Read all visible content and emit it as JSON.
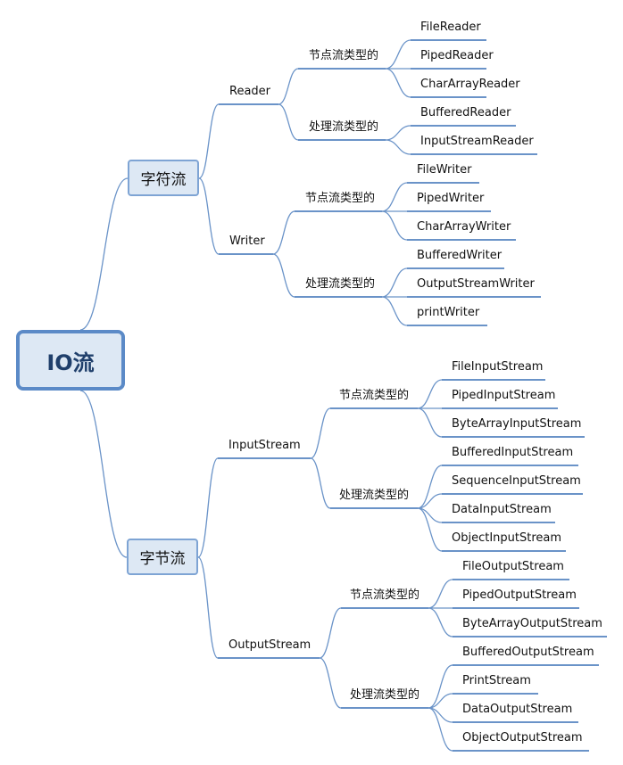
{
  "root": "IO流",
  "branches": [
    {
      "label": "字符流",
      "children": [
        {
          "label": "Reader",
          "groups": [
            {
              "label": "节点流类型的",
              "items": [
                "FileReader",
                "PipedReader",
                "CharArrayReader"
              ]
            },
            {
              "label": "处理流类型的",
              "items": [
                "BufferedReader",
                "InputStreamReader"
              ]
            }
          ]
        },
        {
          "label": "Writer",
          "groups": [
            {
              "label": "节点流类型的",
              "items": [
                "FileWriter",
                "PipedWriter",
                "CharArrayWriter"
              ]
            },
            {
              "label": "处理流类型的",
              "items": [
                "BufferedWriter",
                "OutputStreamWriter",
                "printWriter"
              ]
            }
          ]
        }
      ]
    },
    {
      "label": "字节流",
      "children": [
        {
          "label": "InputStream",
          "groups": [
            {
              "label": "节点流类型的",
              "items": [
                "FileInputStream",
                "PipedInputStream",
                "ByteArrayInputStream"
              ]
            },
            {
              "label": "处理流类型的",
              "items": [
                "BufferedInputStream",
                "SequenceInputStream",
                "DataInputStream",
                "ObjectInputStream"
              ]
            }
          ]
        },
        {
          "label": "OutputStream",
          "groups": [
            {
              "label": "节点流类型的",
              "items": [
                "FileOutputStream",
                "PipedOutputStream",
                "ByteArrayOutputStream"
              ]
            },
            {
              "label": "处理流类型的",
              "items": [
                "BufferedOutputStream",
                "PrintStream",
                "DataOutputStream",
                "ObjectOutputStream"
              ]
            }
          ]
        }
      ]
    }
  ]
}
